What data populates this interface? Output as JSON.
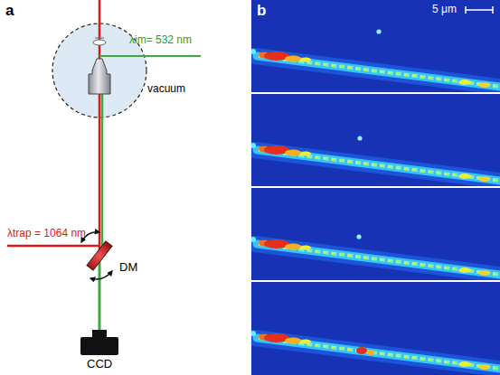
{
  "diagram": {
    "labels": [
      "a",
      "λim= 532 nm",
      "vacuum",
      "λtrap = 1064 nm",
      "DM",
      "CCD",
      "b",
      "5 μm"
    ]
  }
}
